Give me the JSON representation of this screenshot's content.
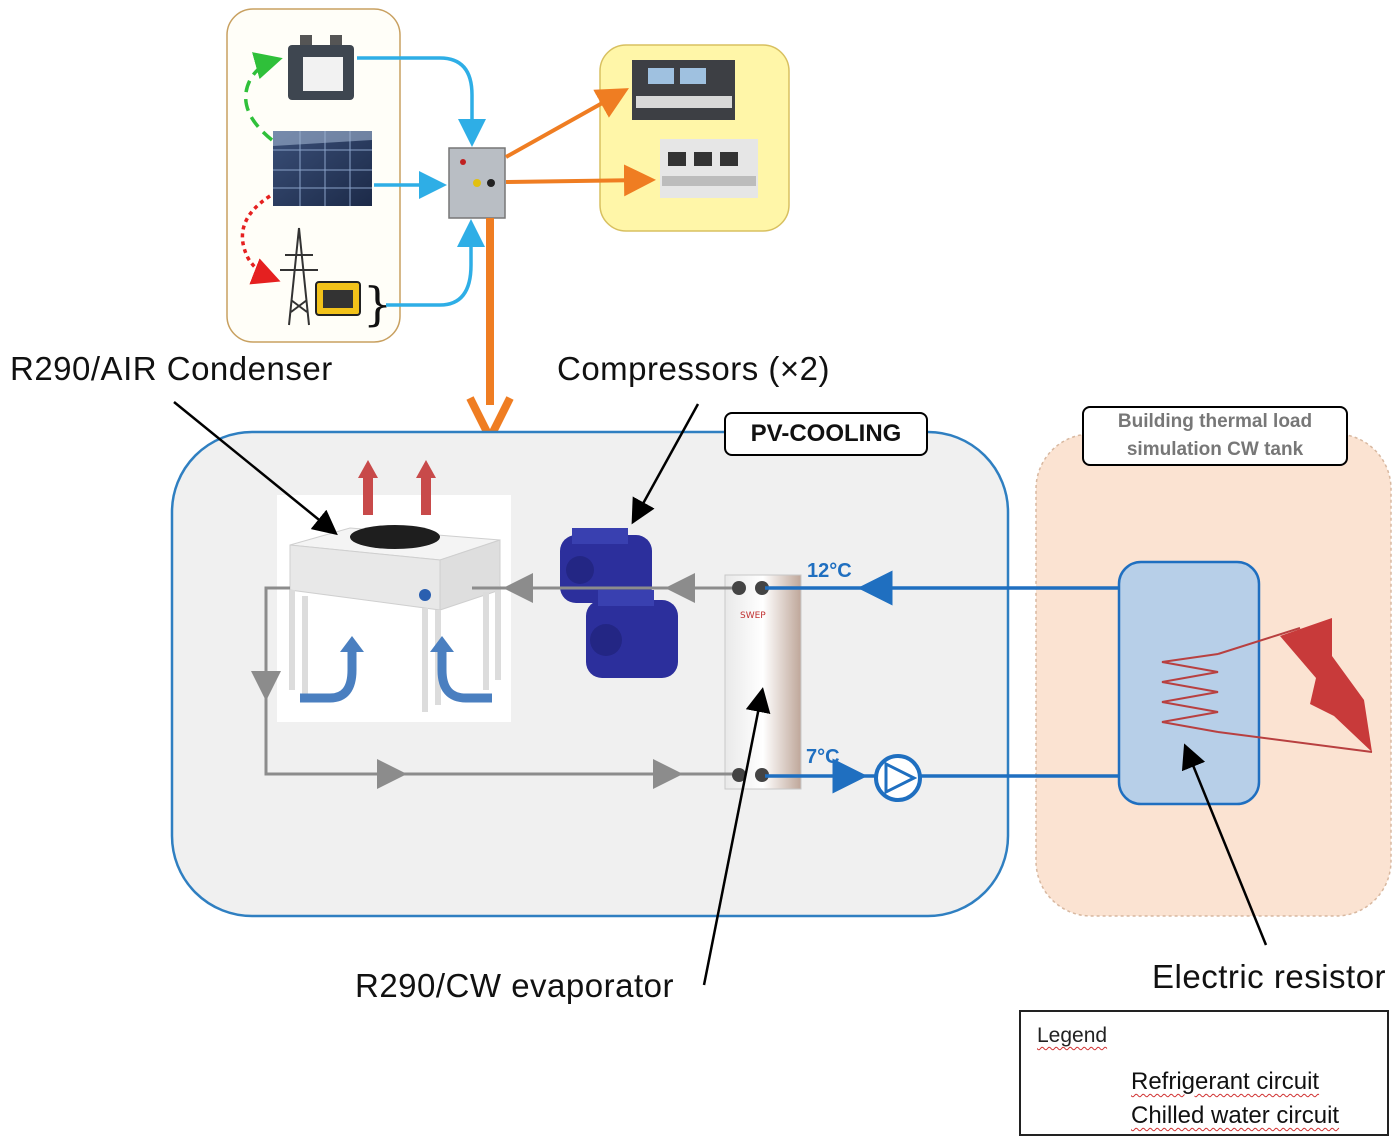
{
  "labels": {
    "condenser": "R290/AIR Condenser",
    "compressors": "Compressors (×2)",
    "evaporator": "R290/CW evaporator",
    "resistor": "Electric resistor"
  },
  "system_box": {
    "title": "PV-COOLING"
  },
  "building": {
    "title_line1": "Building thermal load",
    "title_line2": "simulation CW tank"
  },
  "temperatures": {
    "inlet": "12°C",
    "outlet": "7°C"
  },
  "legend": {
    "title": "Legend",
    "refrigerant": "Refrigerant circuit",
    "chilled_water": "Chilled water circuit"
  },
  "colors": {
    "refrigerant": "#8c8c8c",
    "chilled_water": "#1f6fc0",
    "power_feed": "#ef7d22",
    "supply": "#2eaee6",
    "system_box_border": "#2f7fc1",
    "building_fill": "#fbe3d2",
    "heat_arrow": "#c84a4a",
    "air_arrow": "#4a7fc0",
    "control_room_bg": "#fff6a8"
  },
  "icons": {
    "battery": "battery-icon",
    "solar_panel": "solar-panel-icon",
    "pylon": "power-pylon-icon",
    "generator": "generator-icon",
    "control_box": "control-box-icon",
    "pump": "pump-icon",
    "lightning": "lightning-icon"
  }
}
